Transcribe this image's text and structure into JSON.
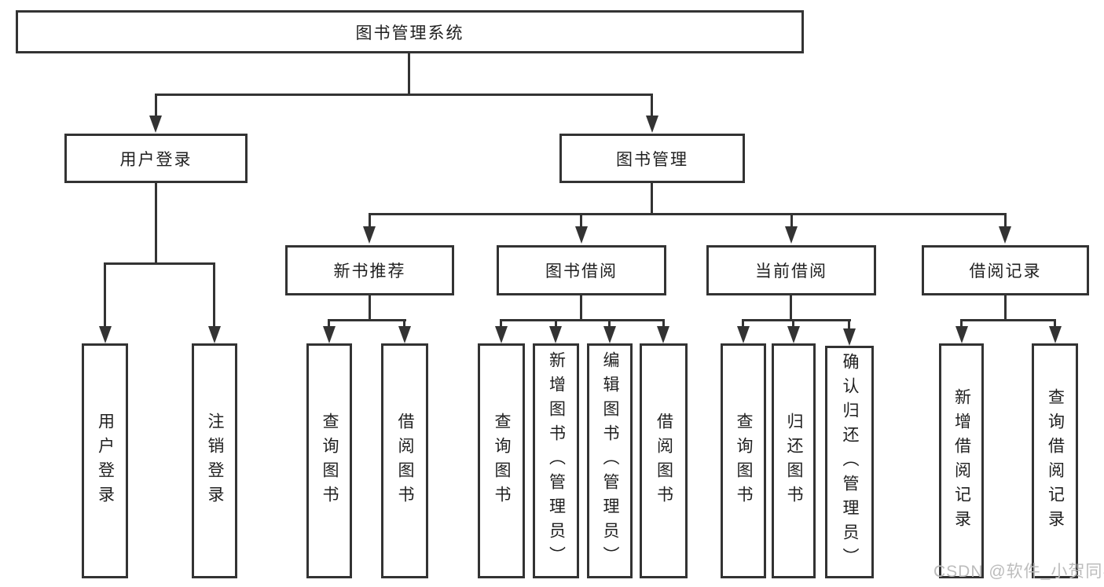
{
  "colors": {
    "line": "#333333",
    "text": "#1f1f1f",
    "background": "#ffffff",
    "watermark": "#bcbcbc"
  },
  "watermark": {
    "text": "CSDN @软件_小贺同学"
  },
  "tree": {
    "root": {
      "label": "图书管理系统"
    },
    "children": [
      {
        "label": "用户登录",
        "children": [
          {
            "label": "用户登录"
          },
          {
            "label": "注销登录"
          }
        ]
      },
      {
        "label": "图书管理",
        "children": [
          {
            "label": "新书推荐",
            "children": [
              {
                "label": "查询图书"
              },
              {
                "label": "借阅图书"
              }
            ]
          },
          {
            "label": "图书借阅",
            "children": [
              {
                "label": "查询图书"
              },
              {
                "label": "新增图书（管理员）"
              },
              {
                "label": "编辑图书（管理员）"
              },
              {
                "label": "借阅图书"
              }
            ]
          },
          {
            "label": "当前借阅",
            "children": [
              {
                "label": "查询图书"
              },
              {
                "label": "归还图书"
              },
              {
                "label": "确认归还（管理员）"
              }
            ]
          },
          {
            "label": "借阅记录",
            "children": [
              {
                "label": "新增借阅记录"
              },
              {
                "label": "查询借阅记录"
              }
            ]
          }
        ]
      }
    ]
  }
}
